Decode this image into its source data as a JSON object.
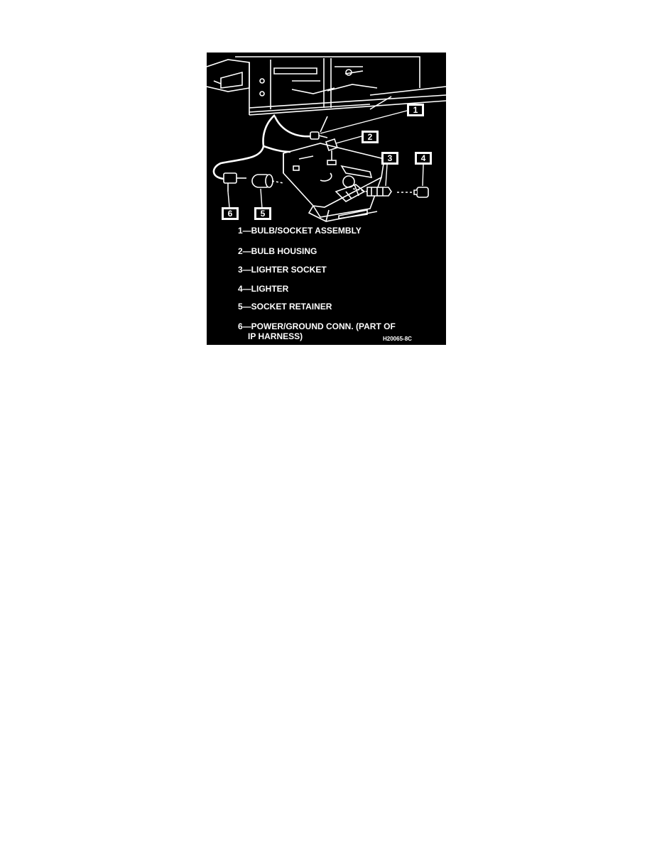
{
  "colors": {
    "background": "#ffffff",
    "figure_background": "#000000",
    "ink": "#ffffff"
  },
  "callouts": [
    "1",
    "2",
    "3",
    "4",
    "5",
    "6"
  ],
  "legend": [
    "1—BULB/SOCKET ASSEMBLY",
    "2—BULB HOUSING",
    "3—LIGHTER SOCKET",
    "4—LIGHTER",
    "5—SOCKET RETAINER",
    "6—POWER/GROUND CONN. (PART OF",
    "IP HARNESS)"
  ],
  "figure_code": "H20065-8C"
}
